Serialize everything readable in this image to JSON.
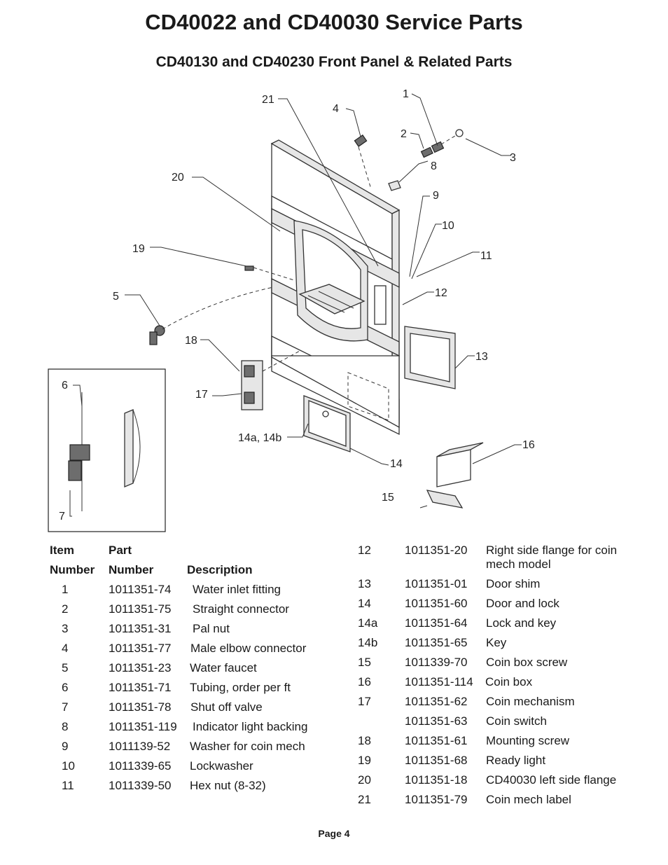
{
  "header": {
    "title": "CD40022 and CD40030 Service Parts",
    "subtitle": "CD40130 and CD40230 Front Panel & Related Parts"
  },
  "diagram": {
    "callouts": [
      "21",
      "4",
      "1",
      "2",
      "3",
      "8",
      "20",
      "9",
      "10",
      "19",
      "11",
      "5",
      "12",
      "18",
      "13",
      "17",
      "6",
      "14a, 14b",
      "16",
      "14",
      "15",
      "7"
    ]
  },
  "table_left": {
    "headers": {
      "item_line1": "Item",
      "item_line2": "Number",
      "part_line1": "Part",
      "part_line2": "Number",
      "description": "Description"
    },
    "rows": [
      {
        "item": "1",
        "part": "1011351-74",
        "desc": "Water inlet fitting"
      },
      {
        "item": "2",
        "part": "1011351-75",
        "desc": "Straight connector"
      },
      {
        "item": "3",
        "part": "1011351-31",
        "desc": "Pal nut"
      },
      {
        "item": "4",
        "part": "1011351-77",
        "desc": "Male elbow connector"
      },
      {
        "item": "5",
        "part": "1011351-23",
        "desc": "Water faucet"
      },
      {
        "item": "6",
        "part": "1011351-71",
        "desc": "Tubing, order per ft"
      },
      {
        "item": "7",
        "part": "1011351-78",
        "desc": "Shut off valve"
      },
      {
        "item": "8",
        "part": "1011351-119",
        "desc": "Indicator light backing"
      },
      {
        "item": "9",
        "part": "1011139-52",
        "desc": "Washer for coin mech"
      },
      {
        "item": "10",
        "part": "1011339-65",
        "desc": "Lockwasher"
      },
      {
        "item": "11",
        "part": "1011339-50",
        "desc": "Hex nut (8-32)"
      }
    ]
  },
  "table_right": {
    "rows": [
      {
        "item": "12",
        "part": "1011351-20",
        "desc": "Right side flange for coin mech model"
      },
      {
        "item": "13",
        "part": "1011351-01",
        "desc": "Door shim"
      },
      {
        "item": "14",
        "part": "1011351-60",
        "desc": "Door and lock"
      },
      {
        "item": "14a",
        "part": "1011351-64",
        "desc": "Lock and key"
      },
      {
        "item": "14b",
        "part": "1011351-65",
        "desc": "Key"
      },
      {
        "item": "15",
        "part": "1011339-70",
        "desc": "Coin box screw"
      },
      {
        "item": "16",
        "part": "1011351-114",
        "desc": "Coin box"
      },
      {
        "item": "17",
        "part": "1011351-62",
        "desc": "Coin mechanism"
      },
      {
        "item": "",
        "part": "1011351-63",
        "desc": "Coin switch"
      },
      {
        "item": "18",
        "part": "1011351-61",
        "desc": "Mounting screw"
      },
      {
        "item": "19",
        "part": "1011351-68",
        "desc": "Ready light"
      },
      {
        "item": "20",
        "part": "1011351-18",
        "desc": "CD40030 left side flange"
      },
      {
        "item": "21",
        "part": "1011351-79",
        "desc": "Coin mech label"
      }
    ]
  },
  "footer": {
    "page": "Page 4"
  }
}
